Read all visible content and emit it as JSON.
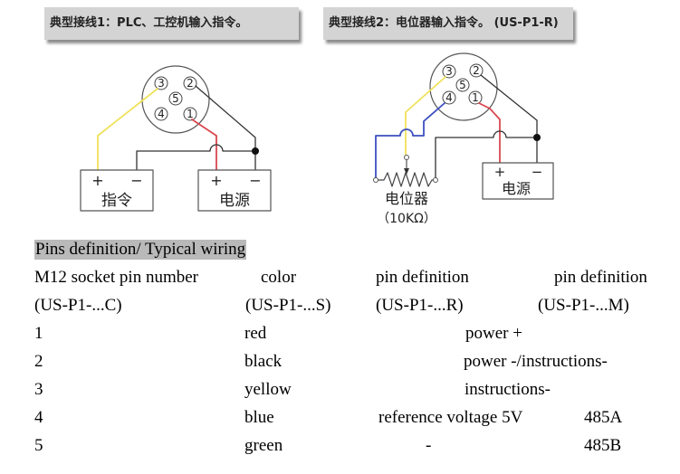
{
  "diagram1": {
    "title": "典型接线1：PLC、工控机输入指令。",
    "pins": [
      "3",
      "2",
      "5",
      "4",
      "1"
    ],
    "box_left": {
      "plus": "+",
      "minus": "−",
      "label": "指令"
    },
    "box_right": {
      "plus": "+",
      "minus": "−",
      "label": "电源"
    }
  },
  "diagram2": {
    "title": "典型接线2：电位器输入指令。 (US-P1-R)",
    "pins": [
      "3",
      "2",
      "5",
      "4",
      "1"
    ],
    "potentiometer": {
      "label": "电位器",
      "value": "（10KΩ）"
    },
    "box_right": {
      "plus": "+",
      "minus": "−",
      "label": "电源"
    }
  },
  "wire_colors": {
    "red": "#d9474f",
    "black": "#333333",
    "yellow": "#f0e25a",
    "blue": "#3d4fc0"
  },
  "section": {
    "title": "Pins definition/ Typical wiring"
  },
  "table": {
    "headers": [
      {
        "line1": "M12 socket pin number",
        "line2": "(US-P1-...C)"
      },
      {
        "line1": "color",
        "line2": "(US-P1-...S)"
      },
      {
        "line1": "pin definition",
        "line2": "(US-P1-...R)"
      },
      {
        "line1": "pin definition",
        "line2": "(US-P1-...M)"
      }
    ],
    "rows": [
      {
        "pin": "1",
        "color": "red",
        "def": "power +",
        "def_m": ""
      },
      {
        "pin": "2",
        "color": "black",
        "def": "power -/instructions-",
        "def_m": ""
      },
      {
        "pin": "3",
        "color": "yellow",
        "def": "instructions-",
        "def_m": ""
      },
      {
        "pin": "4",
        "color": "blue",
        "def": "reference voltage 5V",
        "def_m": "485A"
      },
      {
        "pin": "5",
        "color": "green",
        "def": "-",
        "def_m": "485B"
      }
    ]
  }
}
